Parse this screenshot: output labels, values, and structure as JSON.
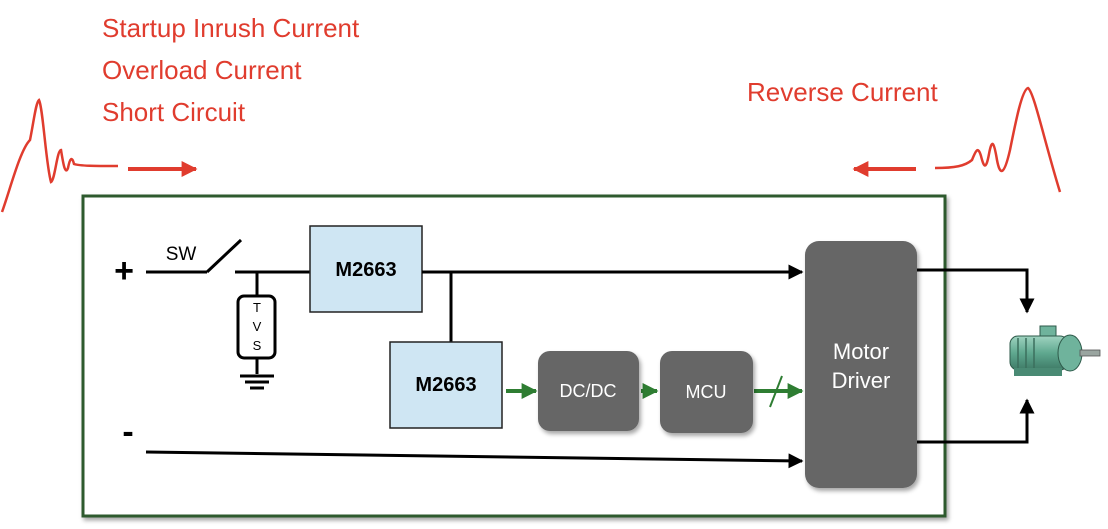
{
  "labels": {
    "startup": "Startup Inrush Current",
    "overload": "Overload Current",
    "short": "Short Circuit",
    "reverse": "Reverse Current"
  },
  "blocks": {
    "switch_label": "SW",
    "plus": "+",
    "minus": "-",
    "tvs": [
      "T",
      "V",
      "S"
    ],
    "m2663_top": "M2663",
    "m2663_bottom": "M2663",
    "dcdc": "DC/DC",
    "mcu": "MCU",
    "motor_driver_line1": "Motor",
    "motor_driver_line2": "Driver"
  },
  "colors": {
    "accent_red": "#e03c2e",
    "frame_green": "#2e5a2e",
    "chip_fill": "#cfe6f3",
    "gray_block": "#666666",
    "signal_green": "#2e7d32"
  },
  "icons": {
    "motor": "electric-motor-icon"
  }
}
